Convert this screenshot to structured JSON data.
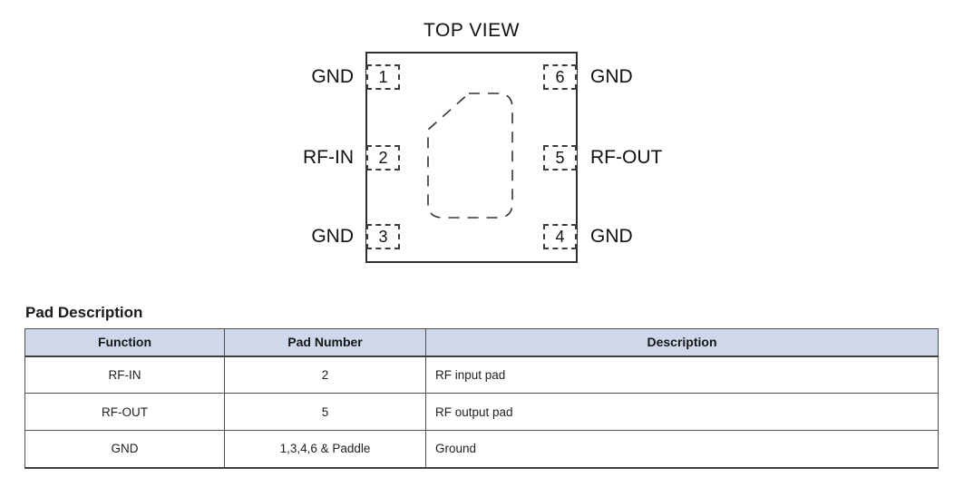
{
  "diagram": {
    "title": "TOP VIEW",
    "pads_left": [
      {
        "number": "1",
        "label": "GND"
      },
      {
        "number": "2",
        "label": "RF-IN"
      },
      {
        "number": "3",
        "label": "GND"
      }
    ],
    "pads_right": [
      {
        "number": "6",
        "label": "GND"
      },
      {
        "number": "5",
        "label": "RF-OUT"
      },
      {
        "number": "4",
        "label": "GND"
      }
    ]
  },
  "table": {
    "title": "Pad Description",
    "headers": [
      "Function",
      "Pad Number",
      "Description"
    ],
    "rows": [
      [
        "RF-IN",
        "2",
        "RF input pad"
      ],
      [
        "RF-OUT",
        "5",
        "RF output pad"
      ],
      [
        "GND",
        "1,3,4,6 & Paddle",
        "Ground"
      ]
    ]
  },
  "colors": {
    "table_header_bg": "#cfd8ea",
    "table_border": "#4f4f4f",
    "text": "#1a1a1a",
    "outline": "#2e2e2e"
  }
}
